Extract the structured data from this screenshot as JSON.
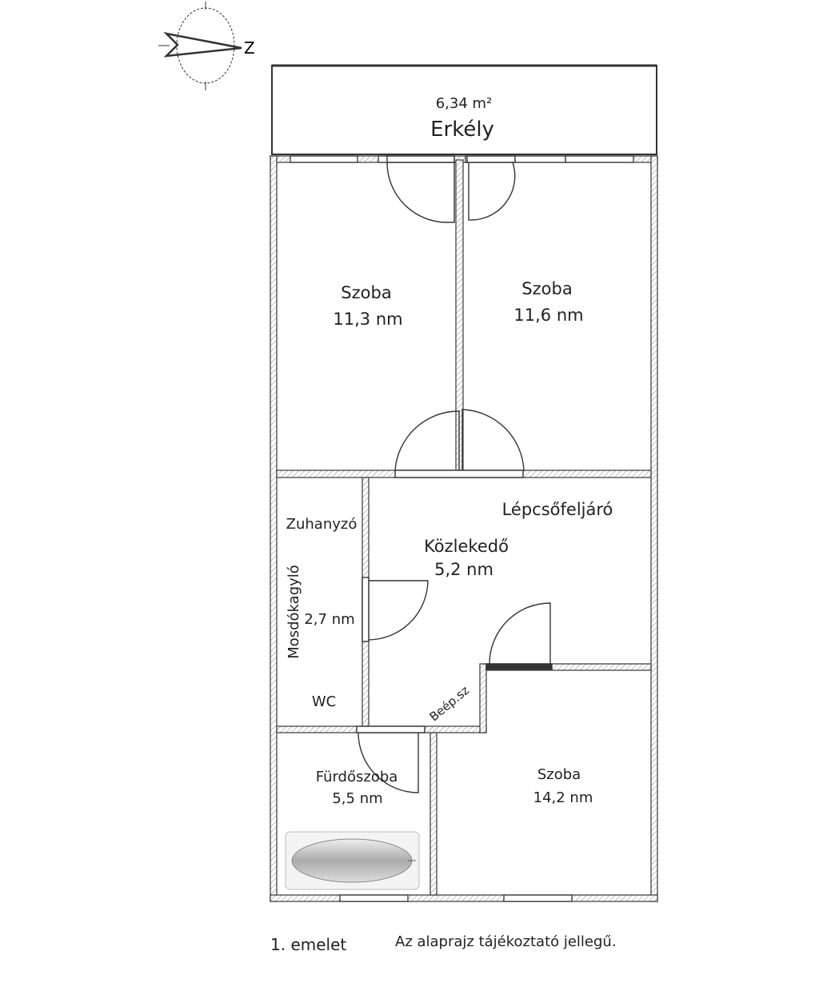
{
  "compass": {
    "north_label": "Z"
  },
  "rooms": {
    "balcony": {
      "area": "6,34 m²",
      "name": "Erkély"
    },
    "room_left": {
      "name": "Szoba",
      "area": "11,3 nm"
    },
    "room_right": {
      "name": "Szoba",
      "area": "11,6 nm"
    },
    "stairs": {
      "name": "Lépcsőfeljáró"
    },
    "hall": {
      "name": "Közlekedő",
      "area": "5,2 nm"
    },
    "shower_room": {
      "shower": "Zuhanyzó",
      "sink": "Mosdókagyló",
      "area": "2,7 nm",
      "wc": "WC"
    },
    "closet": {
      "name": "Beép.sz"
    },
    "bathroom": {
      "name": "Fürdőszoba",
      "area": "5,5 nm"
    },
    "room_bottom": {
      "name": "Szoba",
      "area": "14,2 nm"
    }
  },
  "footer": {
    "floor": "1. emelet",
    "note": "Az alaprajz tájékoztató jellegű."
  }
}
